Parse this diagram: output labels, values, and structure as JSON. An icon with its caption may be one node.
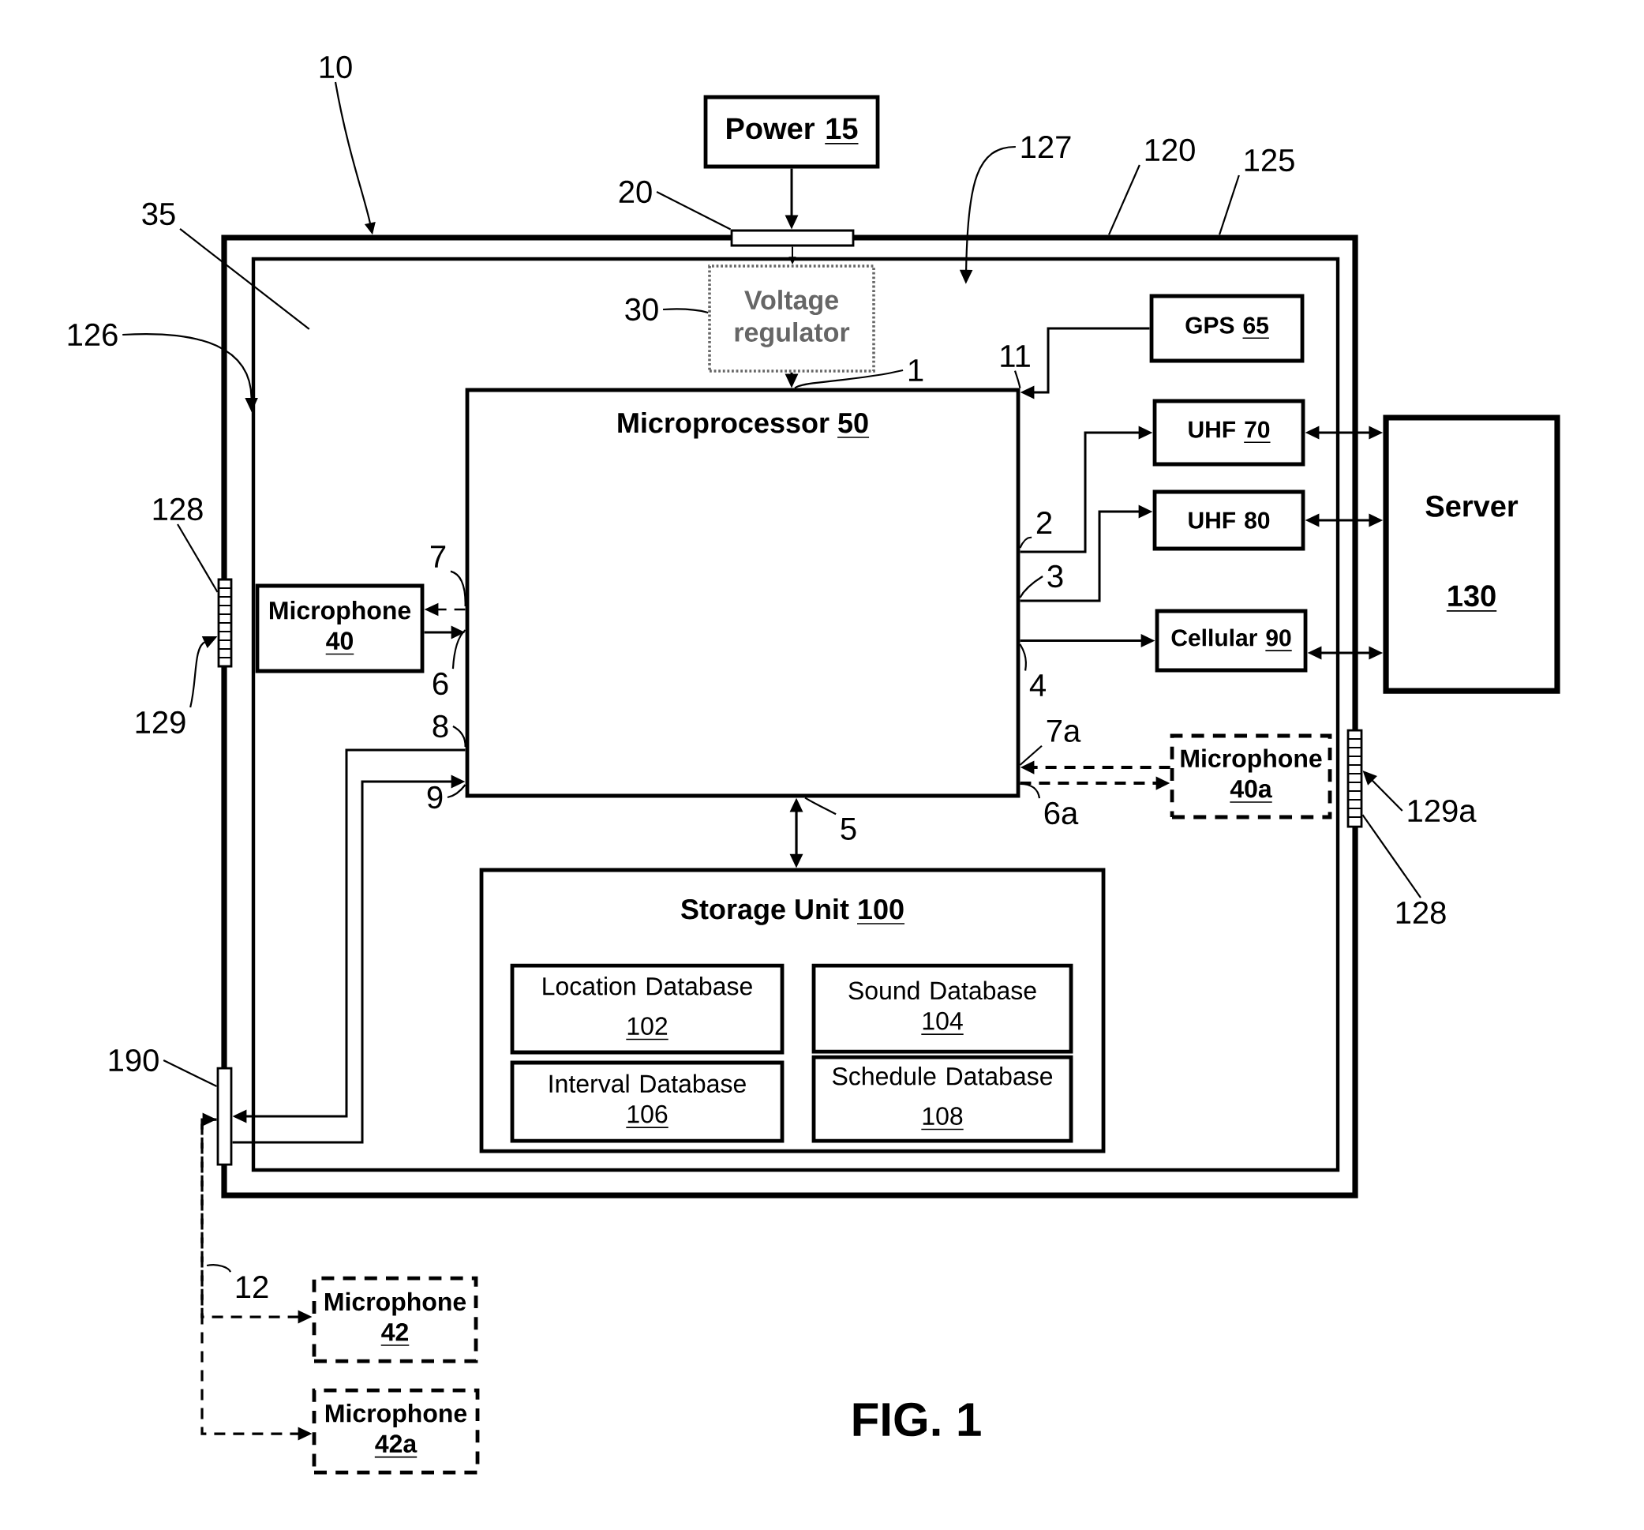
{
  "diagram": {
    "caption": "FIG. 1",
    "nodes": [
      {
        "text": [
          "10"
        ]
      },
      {
        "text": [
          "Power 15"
        ]
      },
      {
        "text": [
          "127"
        ]
      },
      {
        "text": [
          "120"
        ]
      },
      {
        "text": [
          "125"
        ]
      },
      {
        "text": [
          "20"
        ]
      },
      {
        "text": [],
        "shape": "bar"
      },
      {
        "text": [
          "35"
        ]
      },
      {
        "text": [],
        "shape": "box"
      },
      {
        "text": [],
        "shape": "box",
        "in": 8
      },
      {
        "text": [
          "30"
        ],
        "in": 9
      },
      {
        "text": [
          "Voltage regulator"
        ],
        "in": 9
      },
      {
        "text": [
          "1"
        ],
        "in": 9
      },
      {
        "text": [
          "11"
        ],
        "in": 9
      },
      {
        "text": [
          "GPS 65"
        ],
        "in": 9
      },
      {
        "text": [
          "126"
        ]
      },
      {
        "text": [
          "Microprocessor 50"
        ],
        "in": 9
      },
      {
        "text": [
          "UHF 70"
        ],
        "in": 9
      },
      {
        "text": [
          "Server 130"
        ]
      },
      {
        "text": [
          "UHF 80"
        ],
        "in": 9
      },
      {
        "text": [
          "2"
        ],
        "in": 9
      },
      {
        "text": [
          "3"
        ],
        "in": 9
      },
      {
        "text": [
          "128"
        ]
      },
      {
        "text": [],
        "shape": "bar"
      },
      {
        "text": [
          "Microphone 40"
        ],
        "in": 9
      },
      {
        "text": [
          "7"
        ],
        "in": 9
      },
      {
        "text": [
          "6"
        ],
        "in": 9
      },
      {
        "text": [
          "129"
        ]
      },
      {
        "text": [
          "Cellular 90"
        ],
        "in": 9
      },
      {
        "text": [
          "4"
        ],
        "in": 9
      },
      {
        "text": [
          "8"
        ],
        "in": 9
      },
      {
        "text": [
          "7a"
        ],
        "in": 9
      },
      {
        "text": [
          "Microphone 40a"
        ],
        "in": 9
      },
      {
        "text": [],
        "shape": "bar"
      },
      {
        "text": [
          "129a"
        ]
      },
      {
        "text": [
          "9"
        ],
        "in": 9
      },
      {
        "text": [
          "6a"
        ],
        "in": 9
      },
      {
        "text": [
          "5"
        ],
        "in": 9
      },
      {
        "text": [
          "128"
        ]
      },
      {
        "text": [
          "Storage Unit 100"
        ],
        "in": 9
      },
      {
        "text": [
          "Location Database 102"
        ],
        "in": 39
      },
      {
        "text": [
          "Sound Database 104"
        ],
        "in": 39
      },
      {
        "text": [
          "Interval Database 106"
        ],
        "in": 39
      },
      {
        "text": [
          "Schedule Database 108"
        ],
        "in": 39
      },
      {
        "text": [
          "190"
        ]
      },
      {
        "text": [],
        "shape": "bar"
      },
      {
        "text": [
          "12"
        ]
      },
      {
        "text": [
          "Microphone 42"
        ]
      },
      {
        "text": [
          "Microphone 42a"
        ]
      }
    ],
    "edges": [
      {
        "from": 1,
        "to": 6,
        "arrow": "to"
      },
      {
        "from": 6,
        "to": 11,
        "arrow": "to"
      },
      {
        "from": 11,
        "to": 16,
        "arrow": "to"
      },
      {
        "from": 14,
        "to": 16,
        "arrow": "to"
      },
      {
        "from": 16,
        "to": 17,
        "arrow": "to"
      },
      {
        "from": 16,
        "to": 19,
        "arrow": "to"
      },
      {
        "from": 16,
        "to": 28,
        "arrow": "to"
      },
      {
        "from": 17,
        "to": 18,
        "arrow": "both"
      },
      {
        "from": 19,
        "to": 18,
        "arrow": "both"
      },
      {
        "from": 28,
        "to": 18,
        "arrow": "both"
      },
      {
        "from": 16,
        "to": 24,
        "arrow": "to",
        "style": "dashed"
      },
      {
        "from": 24,
        "to": 16,
        "arrow": "to"
      },
      {
        "from": 16,
        "to": 45,
        "arrow": "to"
      },
      {
        "from": 45,
        "to": 16,
        "arrow": "to"
      },
      {
        "from": 32,
        "to": 16,
        "arrow": "to",
        "style": "dashed"
      },
      {
        "from": 16,
        "to": 32,
        "arrow": "to",
        "style": "dashed"
      },
      {
        "from": 16,
        "to": 39,
        "arrow": "both"
      },
      {
        "from": 45,
        "to": 47,
        "arrow": "both",
        "style": "dashed"
      },
      {
        "from": 45,
        "to": 48,
        "arrow": "to",
        "style": "dashed"
      },
      {
        "from": 0,
        "to": 8,
        "arrow": "to"
      },
      {
        "from": 2,
        "to": 9,
        "arrow": "to"
      },
      {
        "from": 3,
        "to": 8,
        "arrow": "none"
      },
      {
        "from": 4,
        "to": 8,
        "arrow": "none"
      },
      {
        "from": 5,
        "to": 6,
        "arrow": "none"
      },
      {
        "from": 7,
        "to": 9,
        "arrow": "none"
      },
      {
        "from": 10,
        "to": 11,
        "arrow": "none"
      },
      {
        "from": 12,
        "to": 16,
        "arrow": "none"
      },
      {
        "from": 13,
        "to": 16,
        "arrow": "none"
      },
      {
        "from": 15,
        "to": 9,
        "arrow": "to"
      },
      {
        "from": 20,
        "to": 16,
        "arrow": "none"
      },
      {
        "from": 21,
        "to": 16,
        "arrow": "none"
      },
      {
        "from": 22,
        "to": 23,
        "arrow": "none"
      },
      {
        "from": 25,
        "to": 16,
        "arrow": "none"
      },
      {
        "from": 26,
        "to": 16,
        "arrow": "none"
      },
      {
        "from": 27,
        "to": 23,
        "arrow": "to"
      },
      {
        "from": 29,
        "to": 16,
        "arrow": "none"
      },
      {
        "from": 30,
        "to": 16,
        "arrow": "none"
      },
      {
        "from": 31,
        "to": 16,
        "arrow": "none"
      },
      {
        "from": 34,
        "to": 33,
        "arrow": "to"
      },
      {
        "from": 35,
        "to": 16,
        "arrow": "none"
      },
      {
        "from": 36,
        "to": 16,
        "arrow": "none"
      },
      {
        "from": 37,
        "to": 16,
        "arrow": "none"
      },
      {
        "from": 38,
        "to": 33,
        "arrow": "none"
      },
      {
        "from": 44,
        "to": 45,
        "arrow": "none"
      },
      {
        "from": 46,
        "to": null,
        "arrow": "none"
      }
    ]
  }
}
